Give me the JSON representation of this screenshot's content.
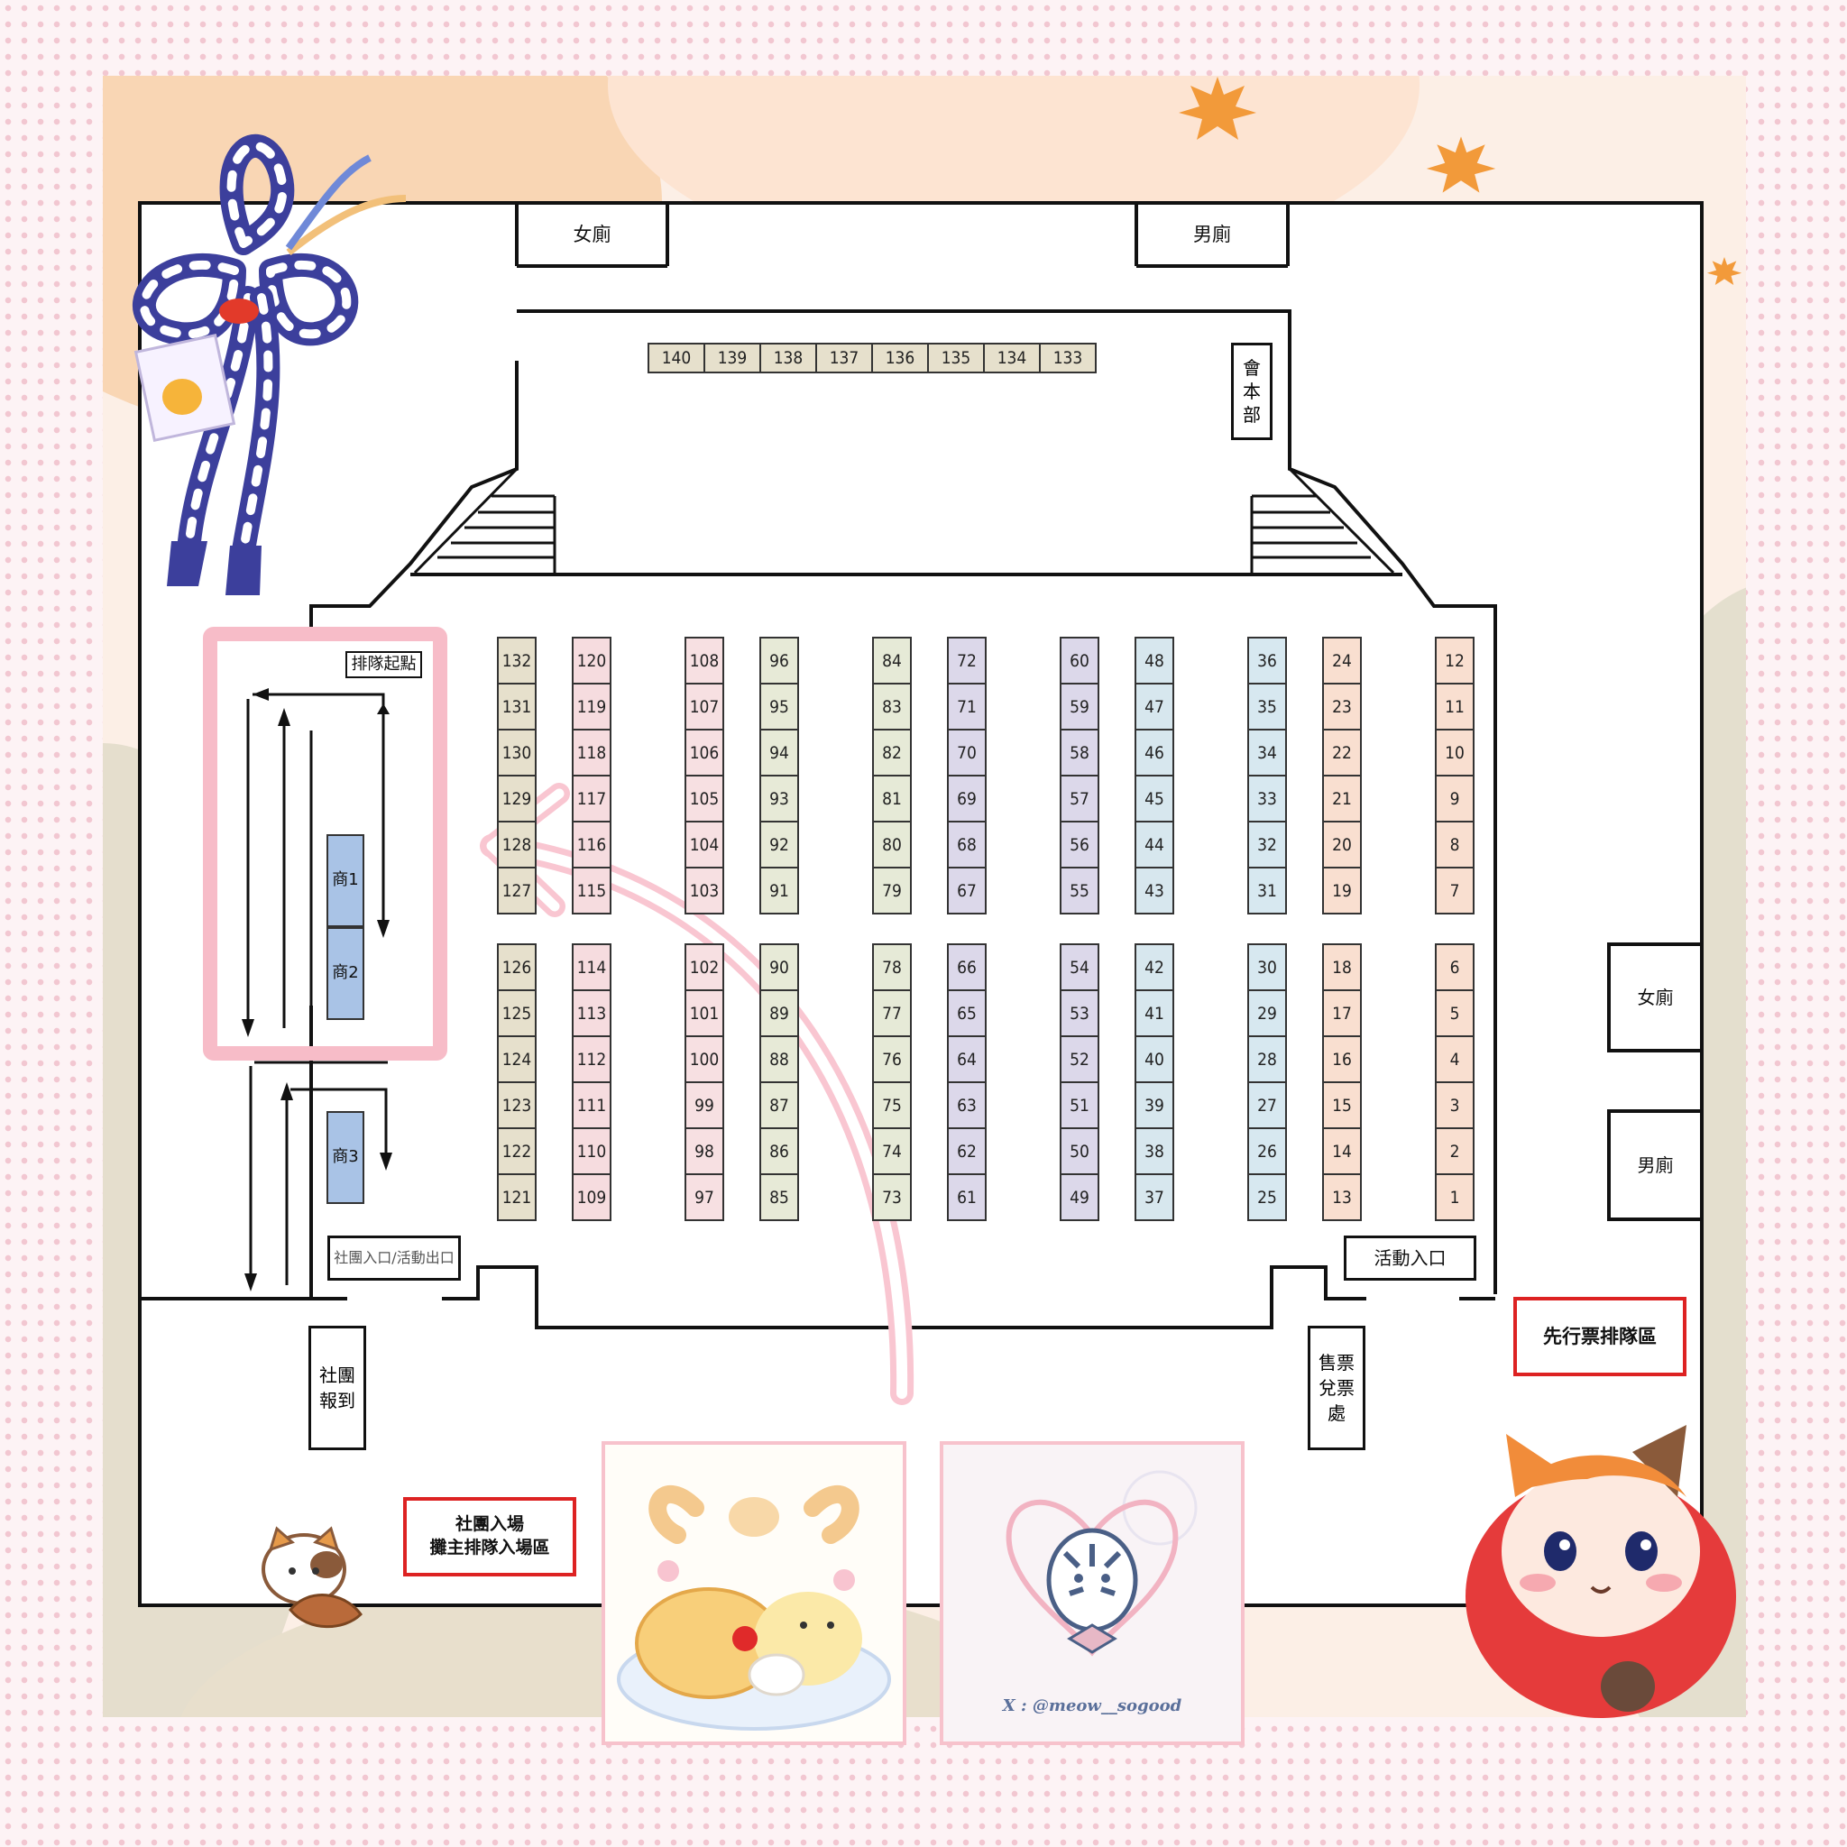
{
  "facilities": {
    "womens_restroom_top": "女廁",
    "mens_restroom_top": "男廁",
    "womens_restroom_right": "女廁",
    "mens_restroom_right": "男廁",
    "hq_chars": [
      "會",
      "本",
      "部"
    ],
    "queue_start": "排隊起點",
    "merchant_1": "商1",
    "merchant_2": "商2",
    "merchant_3": "商3",
    "circle_entrance_exit": "社團入口/活動出口",
    "event_entrance": "活動入口",
    "circle_checkin": [
      "社團",
      "報到"
    ],
    "ticket_office": [
      "售票",
      "兌票",
      "處"
    ],
    "presale_queue_area": "先行票排隊區",
    "circle_entry_notice": [
      "社團入場",
      "攤主排隊入場區"
    ]
  },
  "top_row_booths": [
    "140",
    "139",
    "138",
    "137",
    "136",
    "135",
    "134",
    "133"
  ],
  "booth_columns": [
    {
      "color": "#e6e0cc",
      "upper": [
        "132",
        "131",
        "130",
        "129",
        "128",
        "127"
      ],
      "lower": [
        "126",
        "125",
        "124",
        "123",
        "122",
        "121"
      ]
    },
    {
      "color": "#f6dcdf",
      "upper": [
        "120",
        "119",
        "118",
        "117",
        "116",
        "115"
      ],
      "lower": [
        "114",
        "113",
        "112",
        "111",
        "110",
        "109"
      ]
    },
    {
      "color": "#f7e0e2",
      "upper": [
        "108",
        "107",
        "106",
        "105",
        "104",
        "103"
      ],
      "lower": [
        "102",
        "101",
        "100",
        "99",
        "98",
        "97"
      ]
    },
    {
      "color": "#e7ead7",
      "upper": [
        "96",
        "95",
        "94",
        "93",
        "92",
        "91"
      ],
      "lower": [
        "90",
        "89",
        "88",
        "87",
        "86",
        "85"
      ]
    },
    {
      "color": "#e6ead7",
      "upper": [
        "84",
        "83",
        "82",
        "81",
        "80",
        "79"
      ],
      "lower": [
        "78",
        "77",
        "76",
        "75",
        "74",
        "73"
      ]
    },
    {
      "color": "#dcd8ea",
      "upper": [
        "72",
        "71",
        "70",
        "69",
        "68",
        "67"
      ],
      "lower": [
        "66",
        "65",
        "64",
        "63",
        "62",
        "61"
      ]
    },
    {
      "color": "#dcd8ea",
      "upper": [
        "60",
        "59",
        "58",
        "57",
        "56",
        "55"
      ],
      "lower": [
        "54",
        "53",
        "52",
        "51",
        "50",
        "49"
      ]
    },
    {
      "color": "#d7e7ee",
      "upper": [
        "48",
        "47",
        "46",
        "45",
        "44",
        "43"
      ],
      "lower": [
        "42",
        "41",
        "40",
        "39",
        "38",
        "37"
      ]
    },
    {
      "color": "#d7e8f0",
      "upper": [
        "36",
        "35",
        "34",
        "33",
        "32",
        "31"
      ],
      "lower": [
        "30",
        "29",
        "28",
        "27",
        "26",
        "25"
      ]
    },
    {
      "color": "#f9dfd0",
      "upper": [
        "24",
        "23",
        "22",
        "21",
        "20",
        "19"
      ],
      "lower": [
        "18",
        "17",
        "16",
        "15",
        "14",
        "13"
      ]
    },
    {
      "color": "#f9dfd0",
      "upper": [
        "12",
        "11",
        "10",
        "9",
        "8",
        "7"
      ],
      "lower": [
        "6",
        "5",
        "4",
        "3",
        "2",
        "1"
      ]
    }
  ],
  "social_handle": "X : @meow__sogood",
  "colors": {
    "merchant_blue": "#a9c3e6",
    "notice_red": "#d22222",
    "highlight_pink": "#f7bcc8"
  }
}
